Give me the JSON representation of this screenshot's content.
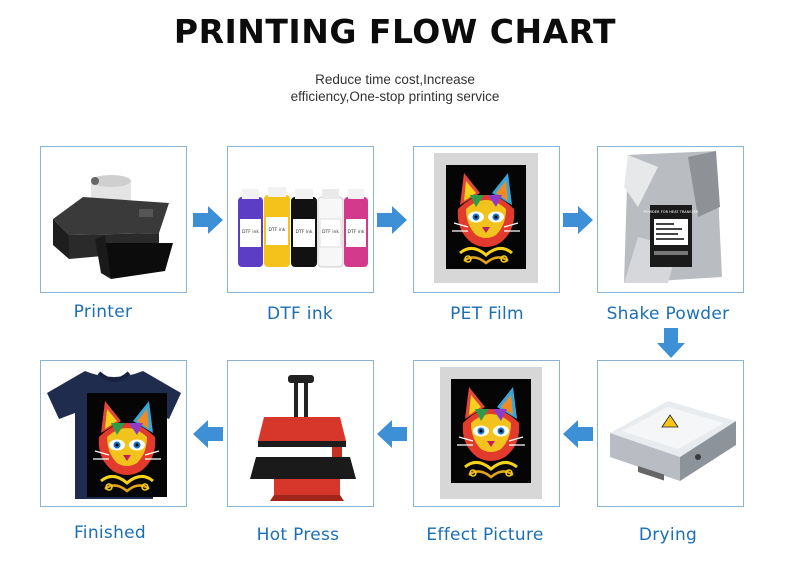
{
  "title": "PRINTING FLOW CHART",
  "subtitle_line1": "Reduce time cost,Increase",
  "subtitle_line2": "efficiency,One-stop printing service",
  "accent_color": "#1b6fb5",
  "arrow_color": "#3d8fd6",
  "steps": [
    {
      "label": "Printer",
      "image": "printer-with-film-roll"
    },
    {
      "label": "DTF ink",
      "image": "ink-bottles"
    },
    {
      "label": "PET Film",
      "image": "printed-cat-on-film"
    },
    {
      "label": "Shake Powder",
      "image": "powder-bag"
    },
    {
      "label": "Drying",
      "image": "curing-oven"
    },
    {
      "label": "Effect Picture",
      "image": "cat-print-result"
    },
    {
      "label": "Hot Press",
      "image": "heat-press-machine"
    },
    {
      "label": "Finished",
      "image": "navy-tshirt-with-cat"
    }
  ],
  "ink_labels": [
    "DTF ink",
    "DTF ink",
    "DTF ink",
    "DTF ink",
    "DTF ink"
  ],
  "powder_bag_text": "POWDER FOR HEAT TRANSFER"
}
